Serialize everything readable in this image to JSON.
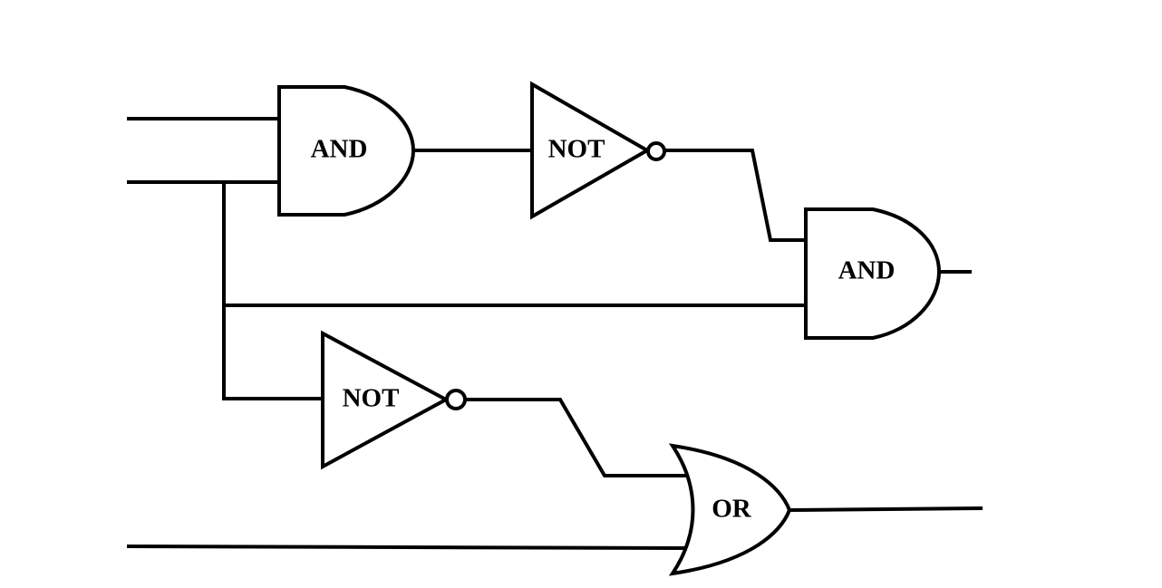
{
  "diagram": {
    "gates": {
      "and_top": {
        "type": "AND",
        "label": "AND"
      },
      "not_top": {
        "type": "NOT",
        "label": "NOT"
      },
      "and_right": {
        "type": "AND",
        "label": "AND"
      },
      "not_bottom": {
        "type": "NOT",
        "label": "NOT"
      },
      "or_bottom": {
        "type": "OR",
        "label": "OR"
      }
    },
    "connections": [
      {
        "from": "input-1",
        "to": "and_top"
      },
      {
        "from": "input-2",
        "to": "and_top"
      },
      {
        "from": "input-2",
        "to": "and_right"
      },
      {
        "from": "input-2",
        "to": "not_bottom"
      },
      {
        "from": "and_top",
        "to": "not_top"
      },
      {
        "from": "not_top",
        "to": "and_right"
      },
      {
        "from": "not_bottom",
        "to": "or_bottom"
      },
      {
        "from": "input-3",
        "to": "or_bottom"
      },
      {
        "from": "and_right",
        "to": "output-1"
      },
      {
        "from": "or_bottom",
        "to": "output-2"
      }
    ]
  }
}
